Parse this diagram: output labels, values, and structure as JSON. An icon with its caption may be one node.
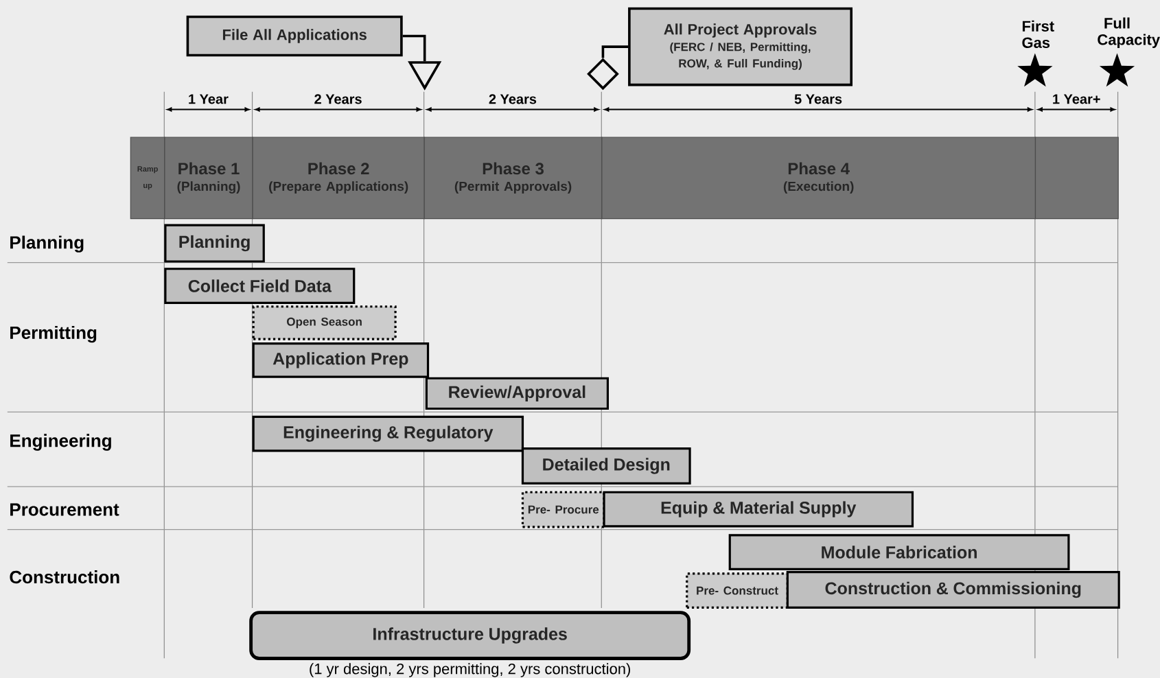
{
  "diagram": {
    "nodes": [
      {
        "text": [
          "File All Applications"
        ]
      },
      {
        "text": [],
        "shape": "triangle"
      },
      {
        "text": [
          "All Project Approvals",
          "(FERC / NEB, Permitting, ROW, & Full Funding)"
        ]
      },
      {
        "text": [],
        "shape": "diamond"
      },
      {
        "text": [
          "First Gas"
        ]
      },
      {
        "text": [
          "Full Capacity"
        ]
      },
      {
        "text": [
          "Ramp up"
        ]
      },
      {
        "text": [
          "Phase 1",
          "(Planning)"
        ]
      },
      {
        "text": [
          "Phase 2",
          "(Prepare Applications)"
        ]
      },
      {
        "text": [
          "Phase 3",
          "(Permit Approvals)"
        ]
      },
      {
        "text": [
          "Phase 4",
          "(Execution)"
        ]
      },
      {
        "text": [
          "Planning"
        ]
      },
      {
        "text": [
          "Collect Field Data"
        ]
      },
      {
        "text": [
          "Open Season"
        ]
      },
      {
        "text": [
          "Application Prep"
        ]
      },
      {
        "text": [
          "Review/Approval"
        ]
      },
      {
        "text": [
          "Engineering & Regulatory"
        ]
      },
      {
        "text": [
          "Detailed Design"
        ]
      },
      {
        "text": [
          "Pre- Procure"
        ]
      },
      {
        "text": [
          "Equip & Material Supply"
        ]
      },
      {
        "text": [
          "Module Fabrication"
        ]
      },
      {
        "text": [
          "Pre- Construct"
        ]
      },
      {
        "text": [
          "Construction & Commissioning"
        ]
      },
      {
        "text": [
          "Infrastructure Upgrades"
        ],
        "beside": [
          "(1 yr design, 2 yrs permitting, 2 yrs construction)"
        ]
      },
      {
        "text": [],
        "shape": "box"
      }
    ],
    "edges": [
      {
        "from": 0,
        "to": 1,
        "arrow": "none"
      },
      {
        "from": 2,
        "to": 3,
        "arrow": "none"
      }
    ],
    "labels": [
      "1 Year",
      "2 Years",
      "2 Years",
      "5 Years",
      "1 Year+",
      "Planning",
      "Permitting",
      "Engineering",
      "Procurement",
      "Construction"
    ]
  }
}
